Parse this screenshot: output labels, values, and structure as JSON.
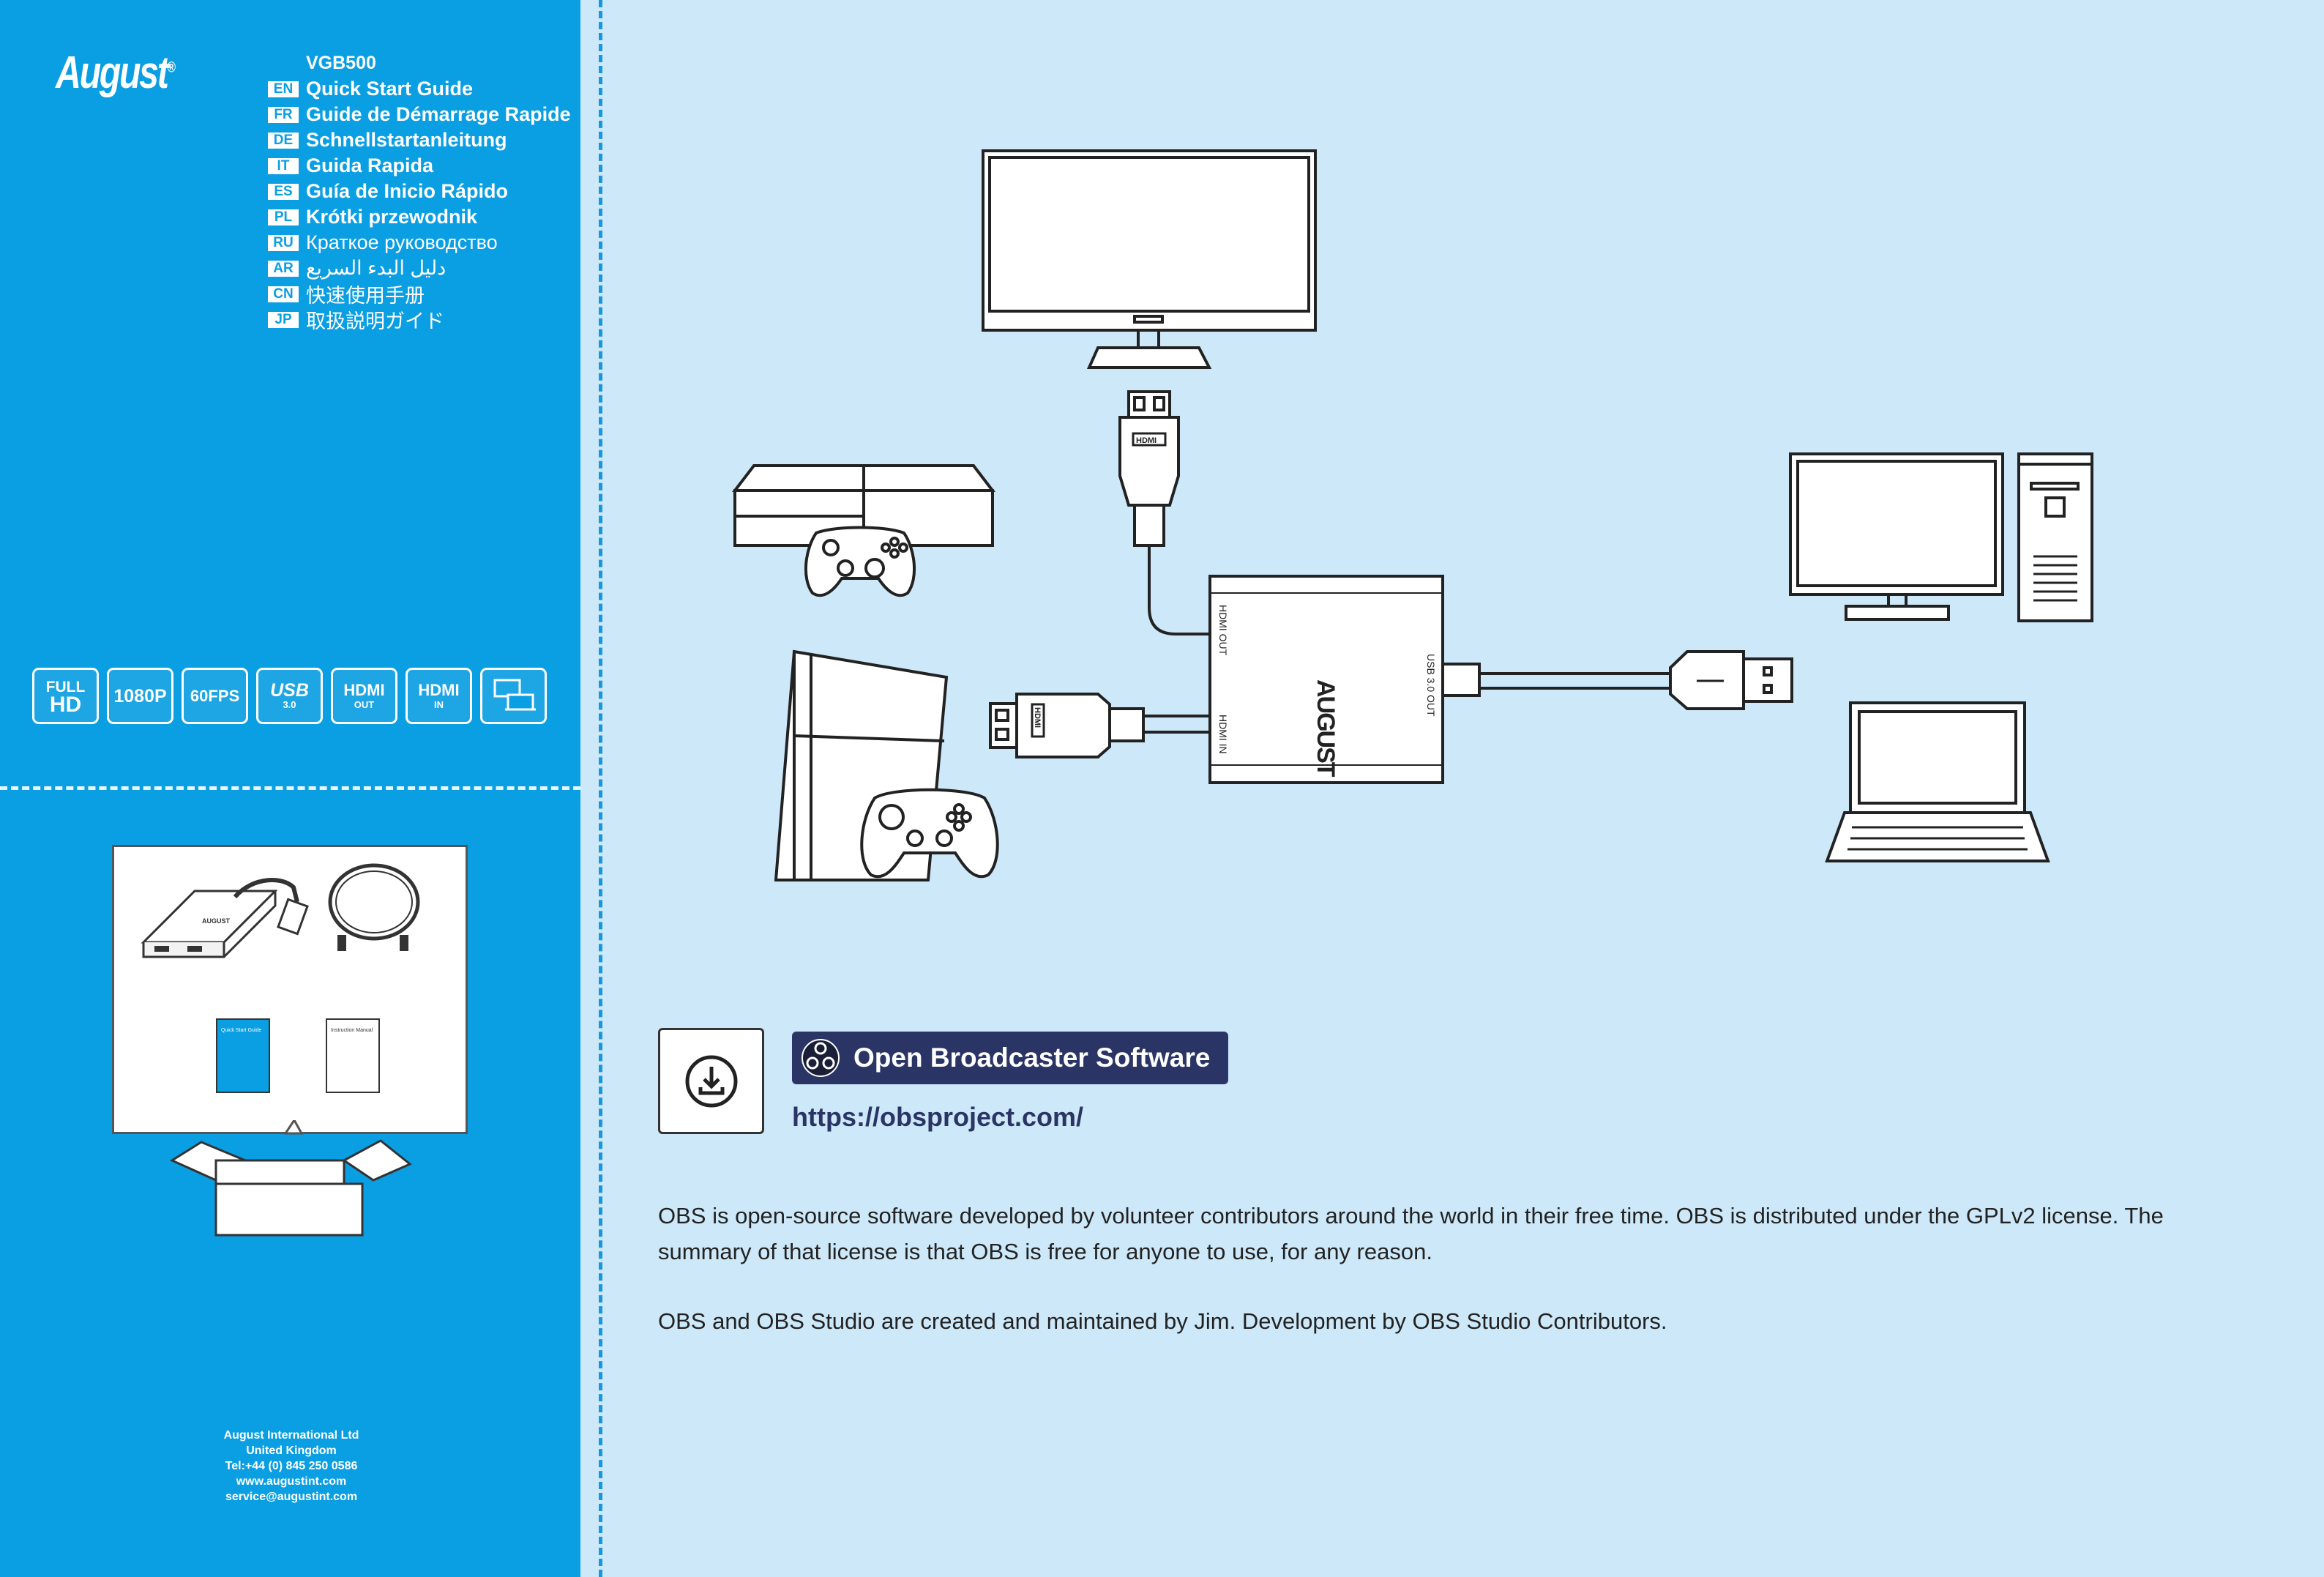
{
  "brand": {
    "name": "August",
    "registered": "®"
  },
  "model": "VGB500",
  "guides": [
    {
      "code": "EN",
      "title": "Quick Start Guide"
    },
    {
      "code": "FR",
      "title": "Guide de Démarrage Rapide"
    },
    {
      "code": "DE",
      "title": "Schnellstartanleitung"
    },
    {
      "code": "IT",
      "title": "Guida Rapida"
    },
    {
      "code": "ES",
      "title": "Guía de Inicio Rápido"
    },
    {
      "code": "PL",
      "title": "Krótki przewodnik"
    },
    {
      "code": "RU",
      "title": "Краткое руководство"
    },
    {
      "code": "AR",
      "title": "دليل البدء السريع"
    },
    {
      "code": "CN",
      "title": "快速使用手册"
    },
    {
      "code": "JP",
      "title": "取扱説明ガイド"
    }
  ],
  "badges": [
    {
      "line1": "FULL",
      "line2": "HD"
    },
    {
      "line1": "1080P",
      "line2": ""
    },
    {
      "line1": "60FPS",
      "line2": ""
    },
    {
      "line1": "USB",
      "line2": "3.0"
    },
    {
      "line1": "HDMI",
      "line2": "OUT"
    },
    {
      "line1": "HDMI",
      "line2": "IN"
    }
  ],
  "box_contents": {
    "booklet1": "Quick Start Guide",
    "booklet2": "Instruction Manual"
  },
  "device_labels": {
    "hdmi_out": "HDMI OUT",
    "hdmi_in": "HDMI IN",
    "usb_out": "USB 3.0 OUT",
    "device_brand": "AUGUST",
    "hdmi_plug": "HDMI"
  },
  "contact": {
    "company": "August International Ltd",
    "country": "United Kingdom",
    "tel": "Tel:+44 (0) 845 250 0586",
    "web": "www.augustint.com",
    "email": "service@augustint.com"
  },
  "obs": {
    "title": "Open Broadcaster Software",
    "url": "https://obsproject.com/",
    "paragraph1": "OBS is open-source software developed by volunteer contributors around the world in their free time. OBS is distributed under the GPLv2 license. The summary of that license is that OBS is free for anyone to use, for any reason.",
    "paragraph2": "OBS and OBS Studio are created and maintained by Jim. Development by OBS Studio Contributors."
  },
  "colors": {
    "left_panel": "#0a9ee2",
    "right_panel": "#cde8f8",
    "obs_banner": "#2a3566"
  }
}
